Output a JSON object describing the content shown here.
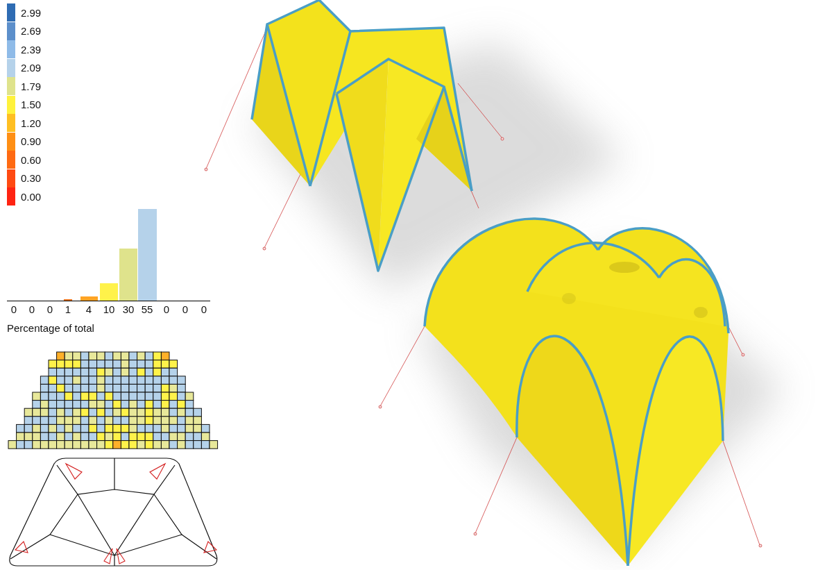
{
  "diagram": {
    "labels": [
      "0",
      "0",
      "0",
      "1",
      "4",
      "10",
      "30",
      "55",
      "0",
      "0",
      "0",
      "Percentage of total"
    ],
    "legend": [
      {
        "text": "2.99",
        "color": "#2f6cb3"
      },
      {
        "text": "2.69",
        "color": "#5c8fcb"
      },
      {
        "text": "2.39",
        "color": "#8fbbe8"
      },
      {
        "text": "2.09",
        "color": "#b5d2ea"
      },
      {
        "text": "1.79",
        "color": "#dfe38c"
      },
      {
        "text": "1.50",
        "color": "#fff23c"
      },
      {
        "text": "1.20",
        "color": "#ffbf22"
      },
      {
        "text": "0.90",
        "color": "#ff8f14"
      },
      {
        "text": "0.60",
        "color": "#ff6a12"
      },
      {
        "text": "0.30",
        "color": "#ff4a12"
      },
      {
        "text": "0.00",
        "color": "#ff2412"
      }
    ]
  }
}
